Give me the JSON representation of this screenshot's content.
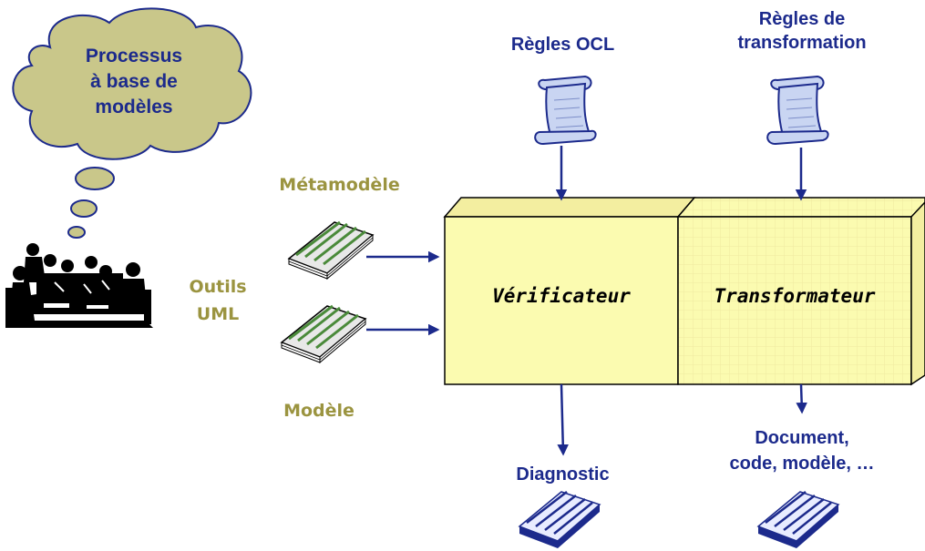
{
  "cloud": {
    "line1": "Processus",
    "line2": "à base de",
    "line3": "modèles"
  },
  "labels": {
    "regles_ocl": "Règles OCL",
    "regles_transfo_line1": "Règles de",
    "regles_transfo_line2": "transformation",
    "metamodele": "Métamodèle",
    "outils_line1": "Outils",
    "outils_line2": "UML",
    "modele": "Modèle",
    "diagnostic": "Diagnostic",
    "document_line1": "Document,",
    "document_line2": "code, modèle, …"
  },
  "boxes": {
    "verificateur": "Vérificateur",
    "transformateur": "Transformateur"
  },
  "colors": {
    "navy": "#1c2a8c",
    "olive": "#9b9440",
    "box_fill": "#fbfbb0",
    "cloud_fill": "#c9c78a",
    "scroll_fill": "#c9d5f2"
  },
  "icons": {
    "cloud": "thought-cloud",
    "meeting": "meeting-clipart",
    "scroll": "scroll-icon",
    "stack": "document-stack-icon"
  }
}
